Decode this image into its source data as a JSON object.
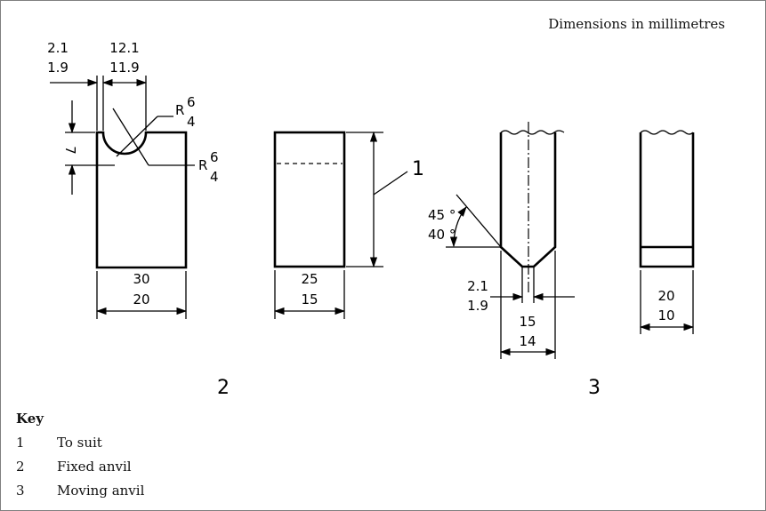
{
  "note": "Dimensions in millimetres",
  "fixed_anvil": {
    "notch_width_upper": "2.1",
    "notch_width_lower": "1.9",
    "notch_offset_upper": "12.1",
    "notch_offset_lower": "11.9",
    "radius_outer": "R",
    "radius_outer_sup": "6",
    "radius_outer_sub": "4",
    "radius_inner": "R",
    "radius_inner_sup": "6",
    "radius_inner_sub": "4",
    "notch_depth": "7",
    "width_upper": "30",
    "width_lower": "20",
    "side_width_upper": "25",
    "side_width_lower": "15",
    "callout": "1",
    "label": "2"
  },
  "moving_anvil": {
    "angle_upper": "45 °",
    "angle_lower": "40 °",
    "tip_upper": "2.1",
    "tip_lower": "1.9",
    "width_upper": "15",
    "width_lower": "14",
    "side_width_upper": "20",
    "side_width_lower": "10",
    "label": "3"
  },
  "key": {
    "title": "Key",
    "items": [
      {
        "num": "1",
        "text": "To suit"
      },
      {
        "num": "2",
        "text": "Fixed anvil"
      },
      {
        "num": "3",
        "text": "Moving anvil"
      }
    ]
  }
}
